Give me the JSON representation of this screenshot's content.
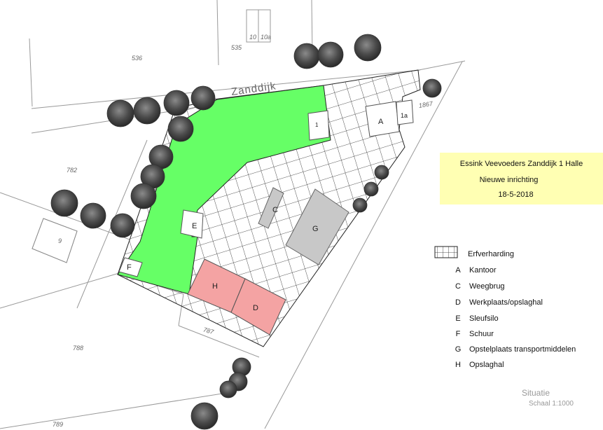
{
  "street_name": "Zanddijk",
  "parcel_numbers": [
    "536",
    "535",
    "1867",
    "782",
    "9",
    "787",
    "788",
    "789"
  ],
  "house_numbers": [
    "10",
    "10a"
  ],
  "buildings": [
    {
      "letter": "1"
    },
    {
      "letter": "A"
    },
    {
      "letter": "1a"
    },
    {
      "letter": "C"
    },
    {
      "letter": "G"
    },
    {
      "letter": "E"
    },
    {
      "letter": "F"
    },
    {
      "letter": "H"
    },
    {
      "letter": "D"
    }
  ],
  "info": {
    "line1": "Essink Veevoeders  Zanddijk 1 Halle",
    "line2": "Nieuwe inrichting",
    "line3": "18-5-2018"
  },
  "legend": {
    "paving_label": "Erfverharding",
    "items": [
      {
        "letter": "A",
        "text": "Kantoor"
      },
      {
        "letter": "C",
        "text": "Weegbrug"
      },
      {
        "letter": "D",
        "text": "Werkplaats/opslaghal"
      },
      {
        "letter": "E",
        "text": "Sleufsilo"
      },
      {
        "letter": "F",
        "text": "Schuur"
      },
      {
        "letter": "G",
        "text": "Opstelplaats transportmiddelen"
      },
      {
        "letter": "H",
        "text": "Opslaghal"
      }
    ]
  },
  "footer": {
    "title": "Situatie",
    "scale": "Schaal 1:1000"
  },
  "colors": {
    "green_area": "#66ff66",
    "pink_building": "#f4a3a3",
    "gray_building": "#c8c8c8",
    "info_background": "#ffffb3",
    "tree": "#4a4a4a"
  }
}
